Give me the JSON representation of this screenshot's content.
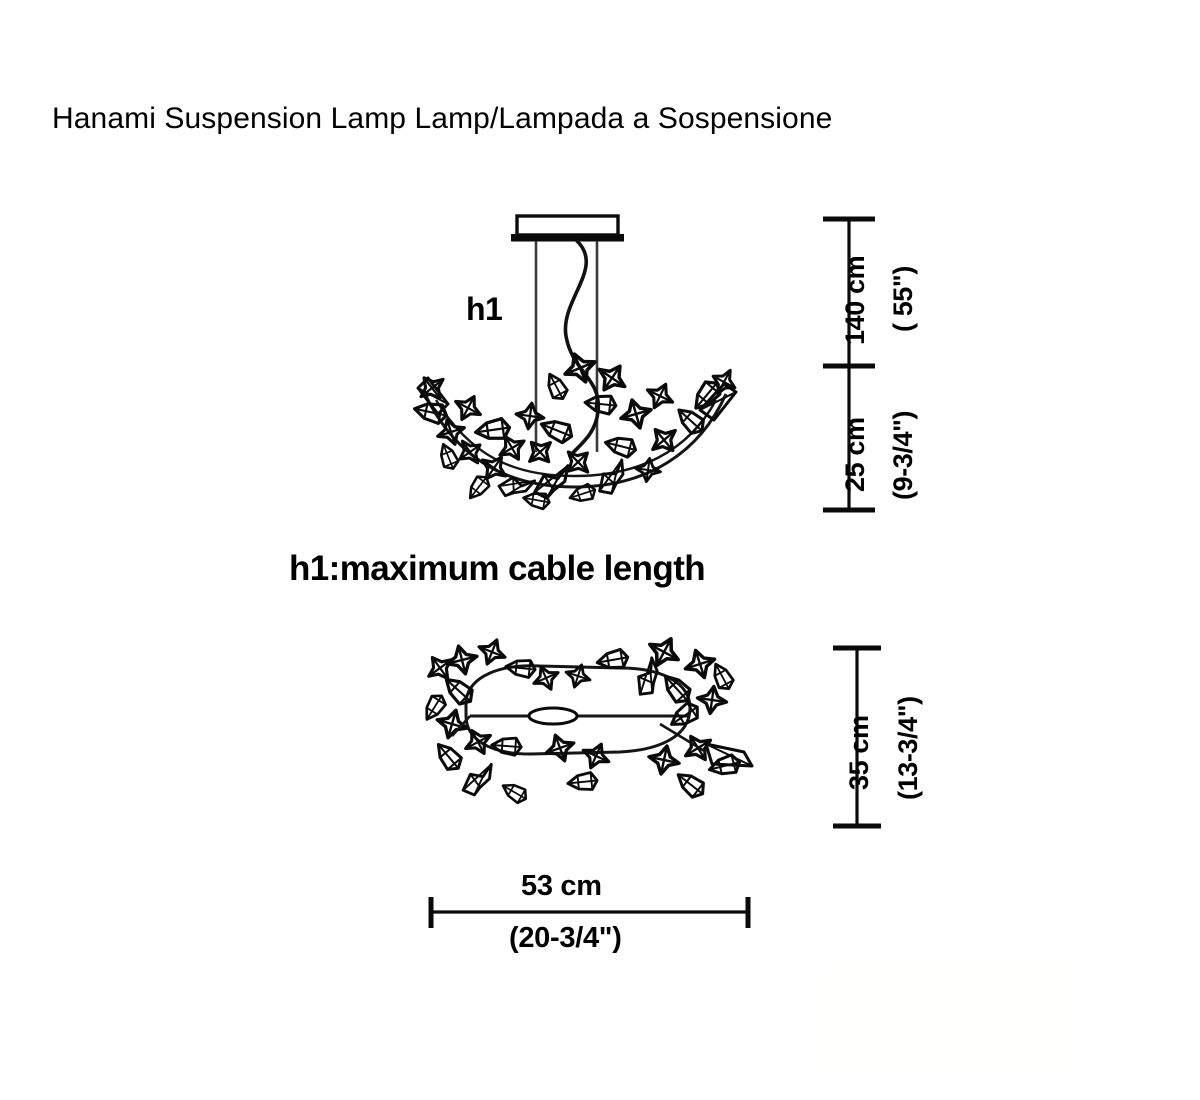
{
  "document": {
    "title": "Hanami Suspension Lamp Lamp/Lampada a Sospensione",
    "type": "technical-dimension-drawing"
  },
  "elevation_view": {
    "cable_label": "h1",
    "caption": "h1:maximum cable length",
    "components": {
      "canopy": "ceiling-canopy",
      "cables": "suspension-cables",
      "shade": "floral-leaf-shade"
    }
  },
  "plan_view": {
    "components": {
      "ring": "shade-ring",
      "lamp": "center-light-element",
      "foliage": "floral-leaf-clusters"
    }
  },
  "dimensions": {
    "drop_max": {
      "metric": "140 cm",
      "imperial": "( 55\")"
    },
    "shade_height": {
      "metric": "25 cm",
      "imperial": "(9-3/4\")"
    },
    "plan_depth": {
      "metric": "35 cm",
      "imperial": "(13-3/4\")"
    },
    "plan_width": {
      "metric": "53  cm",
      "imperial": "(20-3/4\")"
    }
  },
  "colors": {
    "ink": "#000000",
    "background": "#ffffff"
  }
}
